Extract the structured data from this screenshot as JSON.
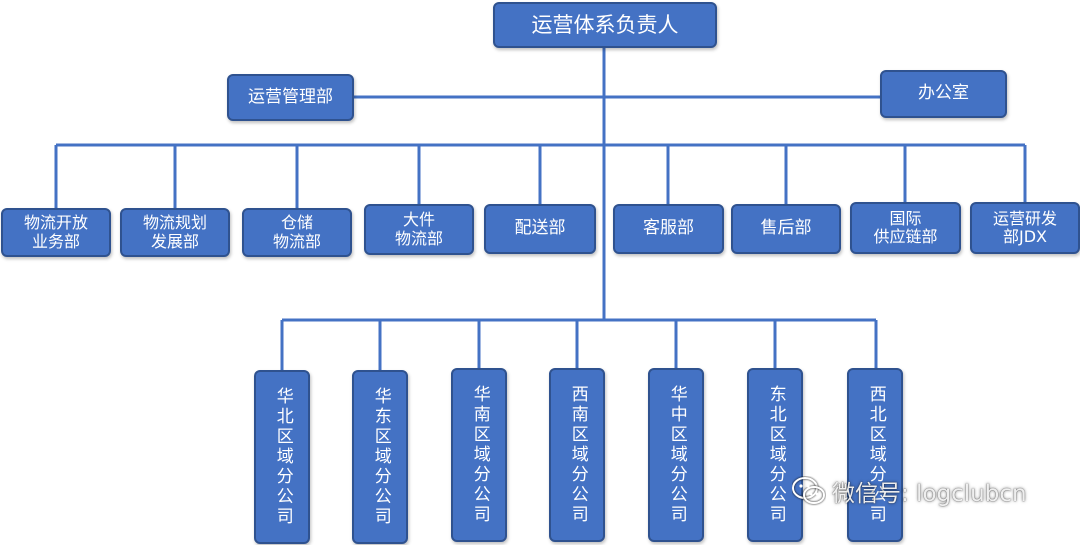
{
  "top": {
    "label": "运营体系负责人"
  },
  "staff": [
    {
      "label": "运营管理部"
    },
    {
      "label": "办公室"
    }
  ],
  "departments": [
    {
      "label": "物流开放\n业务部"
    },
    {
      "label": "物流规划\n发展部"
    },
    {
      "label": "仓储\n物流部"
    },
    {
      "label": "大件\n物流部"
    },
    {
      "label": "配送部"
    },
    {
      "label": "客服部"
    },
    {
      "label": "售后部"
    },
    {
      "label": "国际\n供应链部"
    },
    {
      "label": "运营研发\n部JDX"
    }
  ],
  "regions": [
    {
      "label": "华北区域分公司"
    },
    {
      "label": "华东区域分公司"
    },
    {
      "label": "华南区域分公司"
    },
    {
      "label": "西南区域分公司"
    },
    {
      "label": "华中区域分公司"
    },
    {
      "label": "东北区域分公司"
    },
    {
      "label": "西北区域分公司"
    }
  ],
  "watermark": {
    "text": "微信号: logclubcn"
  },
  "colors": {
    "box_fill": "#4472C4",
    "box_border": "#2F528F",
    "connector": "#4472C4"
  }
}
